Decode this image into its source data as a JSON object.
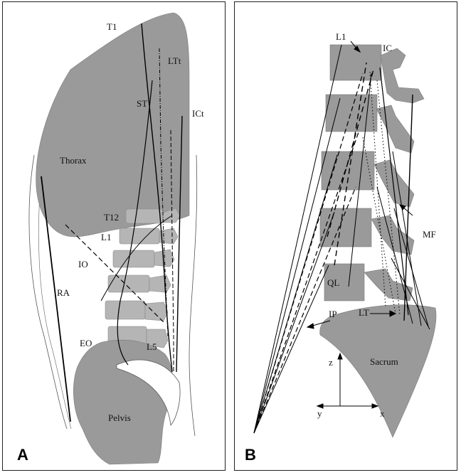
{
  "panel_a": {
    "panel_label": "A",
    "labels": {
      "t1": "T1",
      "ltt": "LTt",
      "st": "ST",
      "ict": "ICt",
      "thorax": "Thorax",
      "t12": "T12",
      "l1": "L1",
      "io": "IO",
      "ra": "RA",
      "eo": "EO",
      "l5": "L5",
      "pelvis": "Pelvis"
    }
  },
  "panel_b": {
    "panel_label": "B",
    "labels": {
      "l1": "L1",
      "ic": "IC",
      "mf": "MF",
      "ql": "QL",
      "ip": "IP",
      "lt": "LT",
      "sacrum": "Sacrum",
      "axis_z": "z",
      "axis_y": "y",
      "axis_x": "x"
    }
  }
}
